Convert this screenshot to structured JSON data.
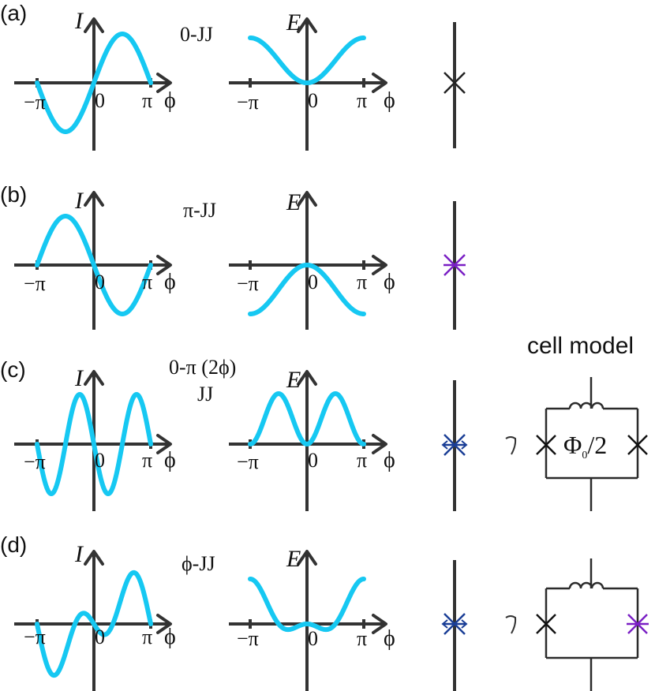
{
  "colors": {
    "curve": "#16c8f2",
    "zero_junction": "#222222",
    "pi_junction": "#7a1fc4",
    "phi_junction": "#1a3e96"
  },
  "axis_labels": {
    "current": "I",
    "energy": "E",
    "phase": "ϕ",
    "tick_neg_pi": "−π",
    "tick_zero": "0",
    "tick_pi": "π"
  },
  "cell_model": {
    "title": "cell model",
    "flux_label": "Φ",
    "flux_subscript": "0",
    "flux_fraction": "/2"
  },
  "panels": [
    {
      "letter": "(a)",
      "title_lines": [
        "0-JJ"
      ],
      "current_relation": "sin(ϕ)",
      "energy_relation": "1 − cos(ϕ)",
      "junction_symbol": "cross",
      "cell": "none"
    },
    {
      "letter": "(b)",
      "title_lines": [
        "π-JJ"
      ],
      "current_relation": "−sin(ϕ)",
      "energy_relation": "1 + cos(ϕ)",
      "junction_symbol": "star-purple",
      "cell": "none"
    },
    {
      "letter": "(c)",
      "title_lines": [
        "0-π (2ϕ)",
        "JJ"
      ],
      "current_relation": "−sin(2ϕ)",
      "energy_relation": "1 − cos(2ϕ)",
      "junction_symbol": "star-blue",
      "cell": "two-zero-junctions-with-half-flux"
    },
    {
      "letter": "(d)",
      "title_lines": [
        "ϕ-JJ"
      ],
      "current_relation": "sin(ϕ) − sin(2ϕ)",
      "energy_relation": "cos(2ϕ)/2 − cos(ϕ)",
      "junction_symbol": "star-blue",
      "cell": "zero-and-pi-junction"
    }
  ]
}
